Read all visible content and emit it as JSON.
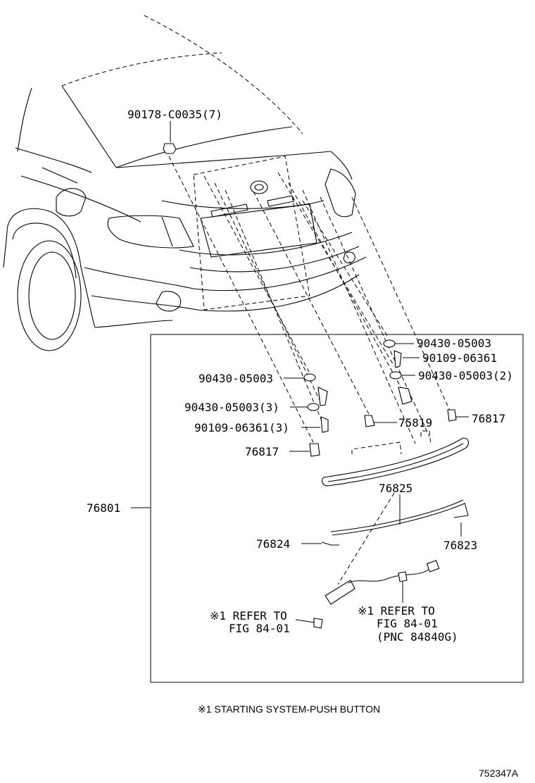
{
  "labels": {
    "p90178": "90178-C0035(7)",
    "p90430_top": "90430-05003",
    "p90109_top": "90109-06361",
    "p90430_2": "90430-05003(2)",
    "p90430_left": "90430-05003",
    "p90430_3": "90430-05003(3)",
    "p90109_3": "90109-06361(3)",
    "p75819": "75819",
    "p76817_right": "76817",
    "p76817_left": "76817",
    "p76801": "76801",
    "p76825": "76825",
    "p76824": "76824",
    "p76823": "76823"
  },
  "refer_left": {
    "line1": "※1 REFER TO",
    "line2": "FIG 84-01"
  },
  "refer_right": {
    "line1": "※1 REFER TO",
    "line2": "FIG 84-01",
    "line3": "(PNC 84840G)"
  },
  "footnote": "※1 STARTING SYSTEM-PUSH BUTTON",
  "diagram_id": "752347A"
}
